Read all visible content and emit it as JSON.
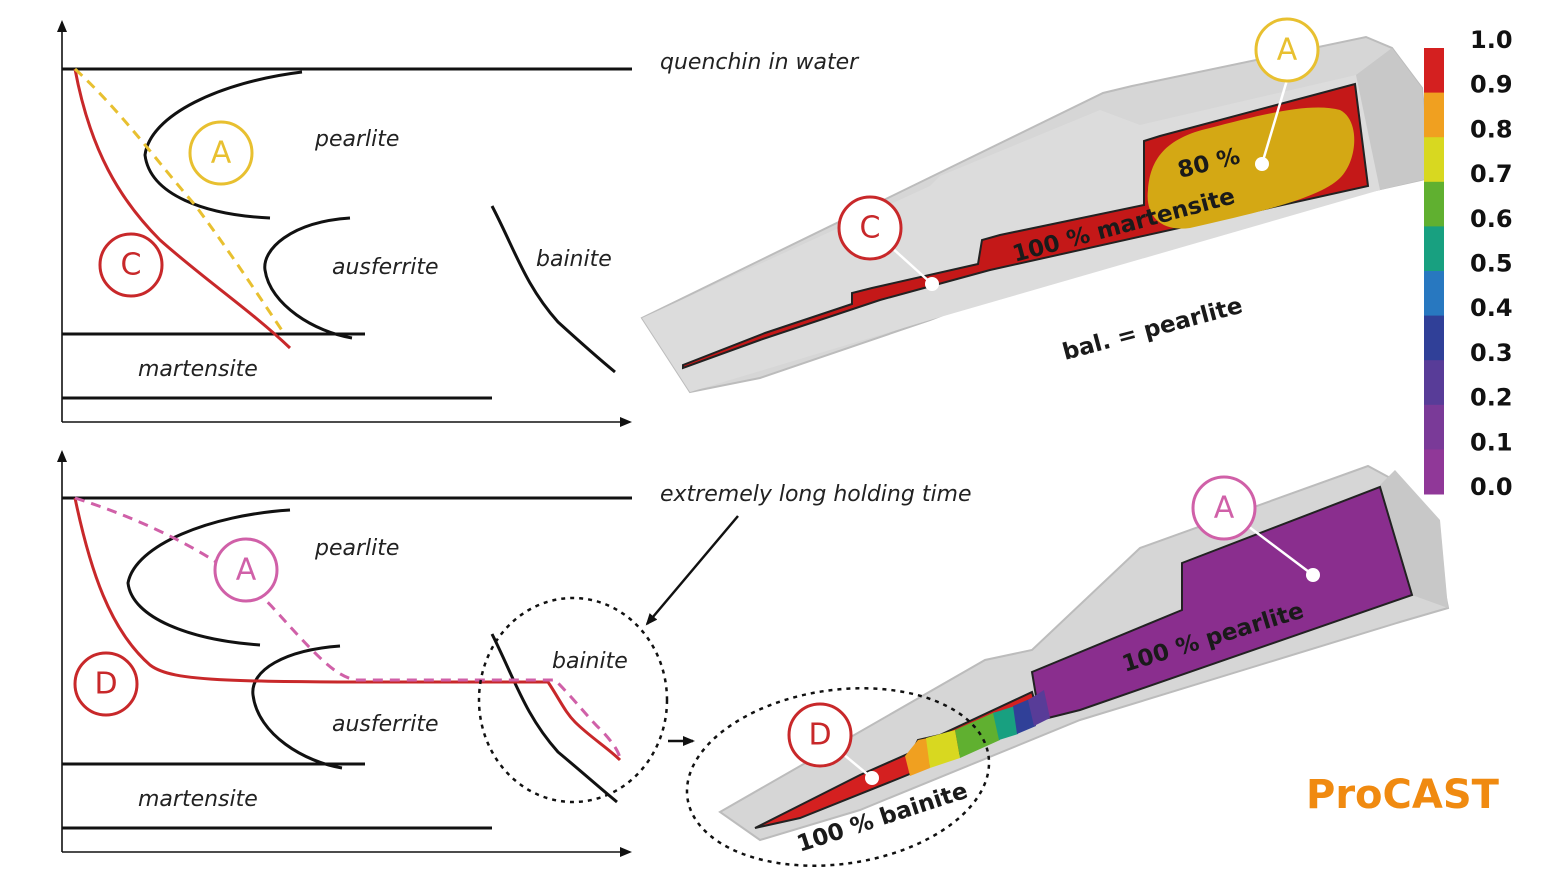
{
  "top_diagram": {
    "title": "quenchin in water",
    "regions": {
      "pearlite": "pearlite",
      "ausferrite": "ausferrite",
      "bainite": "bainite",
      "martensite": "martensite"
    },
    "markers": {
      "a": "A",
      "c": "C"
    }
  },
  "top_part": {
    "marker_a": "A",
    "marker_c": "C",
    "label_pct": "80 %",
    "label_martensite": "100 % martensite",
    "label_balance": "bal. = pearlite"
  },
  "bottom_diagram": {
    "title": "extremely long holding time",
    "regions": {
      "pearlite": "pearlite",
      "ausferrite": "ausferrite",
      "bainite": "bainite",
      "martensite": "martensite"
    },
    "markers": {
      "a": "A",
      "d": "D"
    }
  },
  "bottom_part": {
    "marker_a": "A",
    "marker_d": "D",
    "label_pearlite": "100 % pearlite",
    "label_bainite": "100 % bainite"
  },
  "color_scale": {
    "ticks": [
      "1.0",
      "0.9",
      "0.8",
      "0.7",
      "0.6",
      "0.5",
      "0.4",
      "0.3",
      "0.2",
      "0.1",
      "0.0"
    ],
    "colors": [
      "#d42020",
      "#f0a020",
      "#d8d820",
      "#60b030",
      "#18a080",
      "#2878c0",
      "#304098",
      "#583c98",
      "#7a3a98",
      "#903898"
    ]
  },
  "brand": "ProCAST",
  "colors": {
    "red_curve": "#c8282a",
    "yellow_curve": "#e8c030",
    "magenta_curve": "#d060a8",
    "gray_part": "#d4d4d4",
    "martensite_red": "#c41818",
    "yellow_zone": "#d4a814",
    "pearlite_purple": "#8a2e8e"
  }
}
